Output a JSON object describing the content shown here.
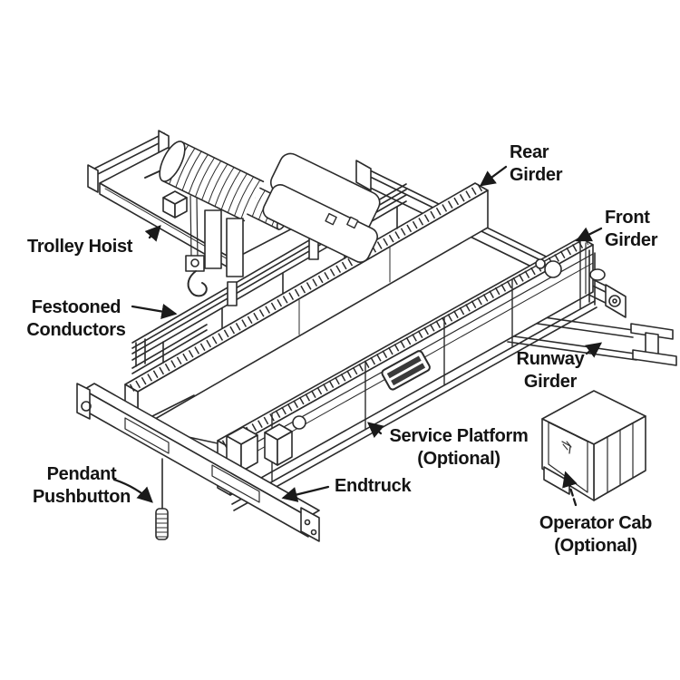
{
  "diagram": {
    "subject": "overhead-bridge-crane-components",
    "colors": {
      "background": "#ffffff",
      "line": "#2b2b2b",
      "text": "#141414",
      "nameplate_fill": "#3a3a3a"
    },
    "labels": {
      "trolley_hoist": {
        "text": "Trolley Hoist"
      },
      "festooned_conductors": {
        "text": "Festooned\nConductors"
      },
      "rear_girder": {
        "text": "Rear\nGirder"
      },
      "front_girder": {
        "text": "Front\nGirder"
      },
      "runway_girder": {
        "text": "Runway\nGirder"
      },
      "service_platform": {
        "text": "Service Platform\n(Optional)"
      },
      "endtruck": {
        "text": "Endtruck"
      },
      "pendant_pushbutton": {
        "text": "Pendant\nPushbutton"
      },
      "operator_cab": {
        "text": "Operator Cab\n(Optional)"
      }
    }
  }
}
